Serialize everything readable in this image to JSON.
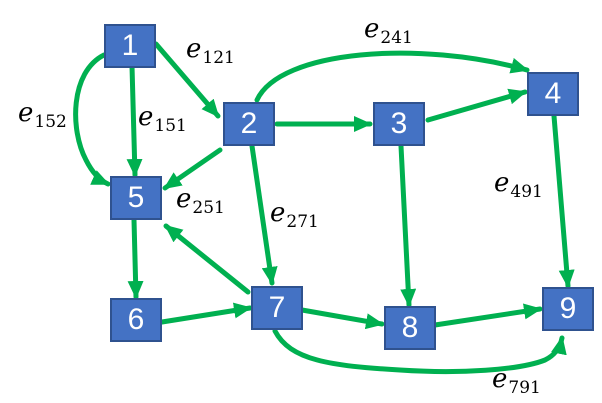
{
  "colors": {
    "node_fill": "#4472c4",
    "node_border": "#2f528f",
    "edge": "#00b050",
    "text_light": "#ffffff"
  },
  "nodes": [
    {
      "id": "n1",
      "label": "1"
    },
    {
      "id": "n2",
      "label": "2"
    },
    {
      "id": "n3",
      "label": "3"
    },
    {
      "id": "n4",
      "label": "4"
    },
    {
      "id": "n5",
      "label": "5"
    },
    {
      "id": "n6",
      "label": "6"
    },
    {
      "id": "n7",
      "label": "7"
    },
    {
      "id": "n8",
      "label": "8"
    },
    {
      "id": "n9",
      "label": "9"
    }
  ],
  "edges": [
    {
      "from": "1",
      "to": "2"
    },
    {
      "from": "1",
      "to": "5"
    },
    {
      "from": "1",
      "to": "5"
    },
    {
      "from": "2",
      "to": "3"
    },
    {
      "from": "2",
      "to": "4"
    },
    {
      "from": "2",
      "to": "5"
    },
    {
      "from": "2",
      "to": "7"
    },
    {
      "from": "3",
      "to": "4"
    },
    {
      "from": "3",
      "to": "8"
    },
    {
      "from": "4",
      "to": "9"
    },
    {
      "from": "5",
      "to": "6"
    },
    {
      "from": "6",
      "to": "7"
    },
    {
      "from": "7",
      "to": "5"
    },
    {
      "from": "7",
      "to": "8"
    },
    {
      "from": "7",
      "to": "9"
    },
    {
      "from": "8",
      "to": "9"
    }
  ],
  "edge_labels": [
    {
      "base": "e",
      "sub": "121"
    },
    {
      "base": "e",
      "sub": "241"
    },
    {
      "base": "e",
      "sub": "152"
    },
    {
      "base": "e",
      "sub": "151"
    },
    {
      "base": "e",
      "sub": "251"
    },
    {
      "base": "e",
      "sub": "271"
    },
    {
      "base": "e",
      "sub": "491"
    },
    {
      "base": "e",
      "sub": "791"
    }
  ]
}
